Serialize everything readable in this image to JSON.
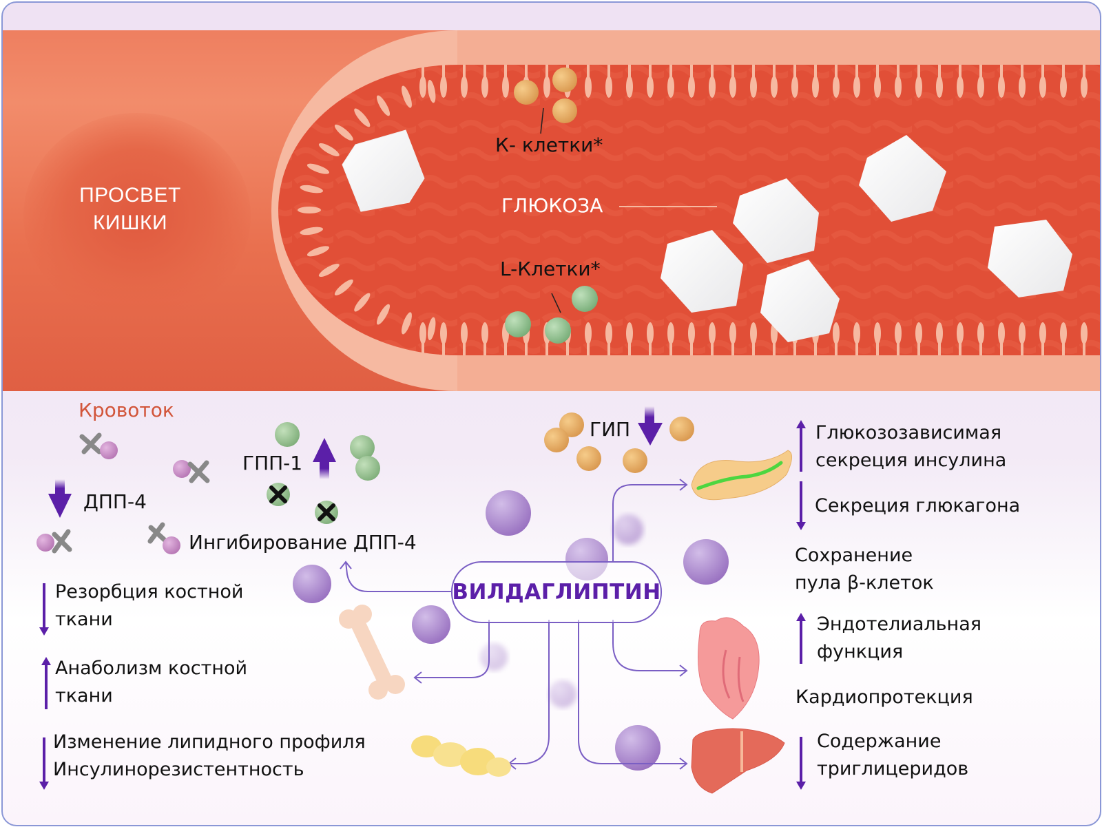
{
  "intestine": {
    "lumen_label_line1": "ПРОСВЕТ",
    "lumen_label_line2": "КИШКИ",
    "k_cells_label": "К- клетки*",
    "glucose_label": "ГЛЮКОЗА",
    "l_cells_label": "L-Клетки*"
  },
  "bloodstream": {
    "title": "Кровоток",
    "dpp4_label": "ДПП-4",
    "dpp4_trend": "down",
    "glp1_label": "ГПП-1",
    "glp1_trend": "up",
    "gip_label": "ГИП",
    "gip_trend": "down",
    "dpp4_inhibition_label": "Ингибирование ДПП-4"
  },
  "center": {
    "drug_name": "ВИЛДАГЛИПТИН"
  },
  "left_effects": [
    {
      "line1": "Резорбция костной",
      "line2": "ткани",
      "trend": "down"
    },
    {
      "line1": "Анаболизм костной",
      "line2": "ткани",
      "trend": "up"
    },
    {
      "line1": "Изменение липидного профиля",
      "line2": "Инсулинорезистентность",
      "trend": "down"
    }
  ],
  "right_effects": [
    {
      "line1": "Глюкозозависимая",
      "line2": "секреция инсулина",
      "trend": "up"
    },
    {
      "line1": "Секреция глюкагона",
      "line2": "",
      "trend": "down"
    },
    {
      "line1": "Сохранение",
      "line2": "пула β-клеток",
      "trend": "none"
    },
    {
      "line1": "Эндотелиальная",
      "line2": "функция",
      "trend": "up"
    },
    {
      "line1": "Кардиопротекция",
      "line2": "",
      "trend": "none"
    },
    {
      "line1": "Содержание",
      "line2": "триглицеридов",
      "trend": "down"
    }
  ],
  "colors": {
    "accent_purple": "#5b1fa8",
    "bloodstream_title": "#d2553a",
    "intestine_red": "#e14f37",
    "glucose_white": "#ffffff",
    "k_cell_orange": "#e8b26a",
    "l_cell_green": "#9cc79a",
    "dpp4_pink": "#c98cc8",
    "vildagliptin_violet": "#a98ad0"
  }
}
